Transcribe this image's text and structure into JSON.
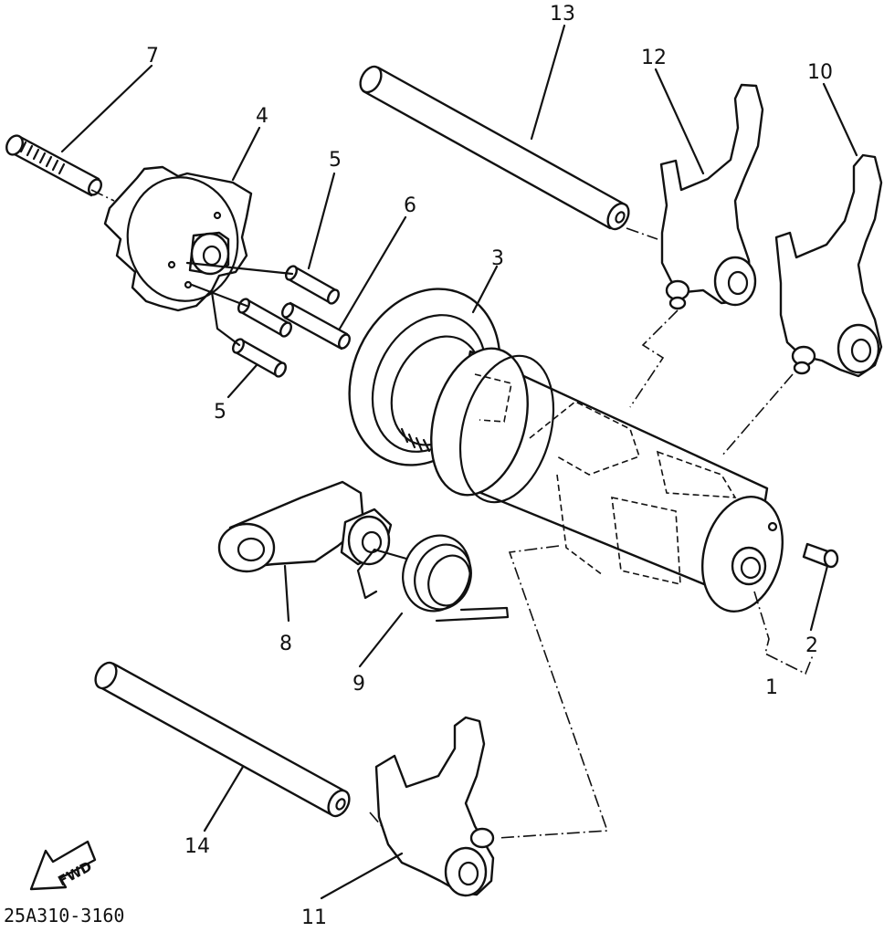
{
  "callouts": [
    {
      "id": "1",
      "label": "1"
    },
    {
      "id": "2",
      "label": "2"
    },
    {
      "id": "3",
      "label": "3"
    },
    {
      "id": "4",
      "label": "4"
    },
    {
      "id": "5a",
      "label": "5"
    },
    {
      "id": "5b",
      "label": "5"
    },
    {
      "id": "6",
      "label": "6"
    },
    {
      "id": "7",
      "label": "7"
    },
    {
      "id": "8",
      "label": "8"
    },
    {
      "id": "9",
      "label": "9"
    },
    {
      "id": "10",
      "label": "10"
    },
    {
      "id": "11",
      "label": "11"
    },
    {
      "id": "12",
      "label": "12"
    },
    {
      "id": "13",
      "label": "13"
    },
    {
      "id": "14",
      "label": "14"
    }
  ],
  "fwd_arrow": {
    "label": "FWD"
  },
  "diagram_code": "25A310-3160"
}
